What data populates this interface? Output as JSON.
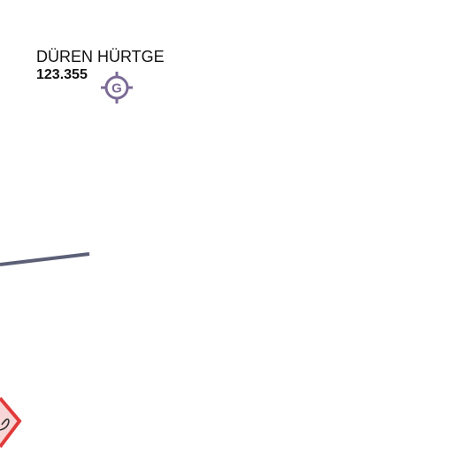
{
  "station": {
    "name": "DÜREN HÜRTGE",
    "frequency": "123.355",
    "symbol_letter": "G",
    "symbol_icon": "ground-station-icon"
  },
  "features": {
    "route_line_icon": "route-line",
    "airspace_corner_icon": "restricted-area-boundary"
  },
  "colors": {
    "route_line": "#5c6077",
    "station_symbol": "#7b6a96",
    "airspace_border": "#e23a3a",
    "airspace_fill": "#f6d6d6",
    "text": "#111111"
  }
}
